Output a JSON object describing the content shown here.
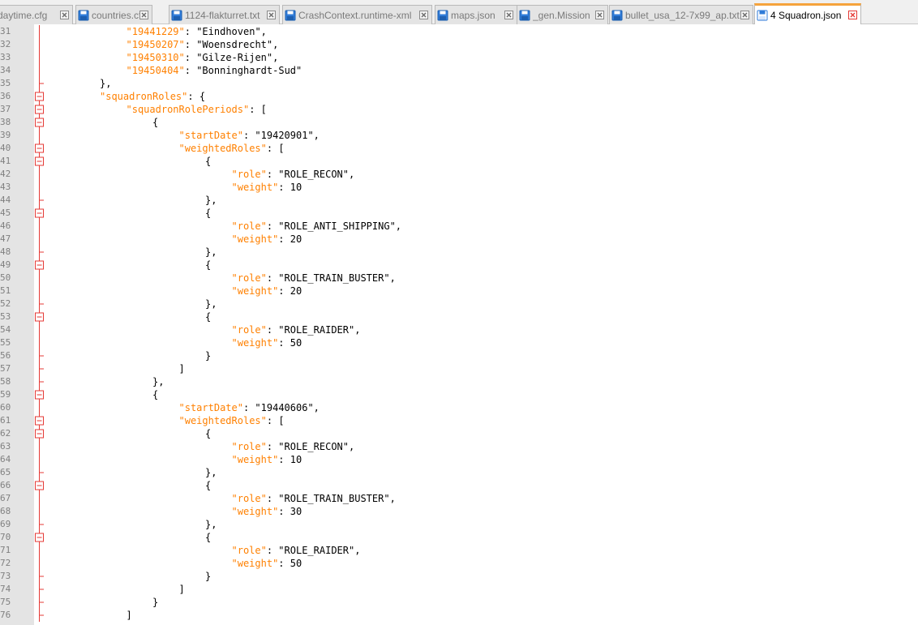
{
  "tabs": [
    {
      "label": "daytime.cfg",
      "active": false,
      "icon": "none"
    },
    {
      "label": "countries.cfg",
      "active": false,
      "icon": "blue-disk"
    },
    {
      "label": "1124-flakturret.txt",
      "active": false,
      "icon": "blue-disk"
    },
    {
      "label": "CrashContext.runtime-xml",
      "active": false,
      "icon": "blue-disk"
    },
    {
      "label": "maps.json",
      "active": false,
      "icon": "blue-disk"
    },
    {
      "label": "_gen.Mission",
      "active": false,
      "icon": "blue-disk"
    },
    {
      "label": "bullet_usa_12-7x99_ap.txt",
      "active": false,
      "icon": "blue-disk"
    },
    {
      "label": "4 Squadron.json",
      "active": true,
      "icon": "disk-active"
    }
  ],
  "colors": {
    "key": "#ff8000",
    "accent": "#f5a33c",
    "fold": "#e53935",
    "close": "#e53935"
  },
  "lines": [
    {
      "n": "31",
      "indent": 3,
      "tokens": [
        {
          "t": "\"19441229\"",
          "c": "k"
        },
        {
          "t": ": \"Eindhoven\",",
          "c": "v"
        }
      ],
      "fold": "line"
    },
    {
      "n": "32",
      "indent": 3,
      "tokens": [
        {
          "t": "\"19450207\"",
          "c": "k"
        },
        {
          "t": ": \"Woensdrecht\",",
          "c": "v"
        }
      ],
      "fold": "line"
    },
    {
      "n": "33",
      "indent": 3,
      "tokens": [
        {
          "t": "\"19450310\"",
          "c": "k"
        },
        {
          "t": ": \"Gilze-Rijen\",",
          "c": "v"
        }
      ],
      "fold": "line"
    },
    {
      "n": "34",
      "indent": 3,
      "tokens": [
        {
          "t": "\"19450404\"",
          "c": "k"
        },
        {
          "t": ": \"Bonninghardt-Sud\"",
          "c": "v"
        }
      ],
      "fold": "line"
    },
    {
      "n": "35",
      "indent": 2,
      "tokens": [
        {
          "t": "},",
          "c": "p"
        }
      ],
      "fold": "end"
    },
    {
      "n": "36",
      "indent": 2,
      "tokens": [
        {
          "t": "\"squadronRoles\"",
          "c": "k"
        },
        {
          "t": ": {",
          "c": "p"
        }
      ],
      "fold": "box"
    },
    {
      "n": "37",
      "indent": 3,
      "tokens": [
        {
          "t": "\"squadronRolePeriods\"",
          "c": "k"
        },
        {
          "t": ": [",
          "c": "p"
        }
      ],
      "fold": "box"
    },
    {
      "n": "38",
      "indent": 4,
      "tokens": [
        {
          "t": "{",
          "c": "p"
        }
      ],
      "fold": "box"
    },
    {
      "n": "39",
      "indent": 5,
      "tokens": [
        {
          "t": "\"startDate\"",
          "c": "k"
        },
        {
          "t": ": \"19420901\",",
          "c": "v"
        }
      ],
      "fold": "line"
    },
    {
      "n": "40",
      "indent": 5,
      "tokens": [
        {
          "t": "\"weightedRoles\"",
          "c": "k"
        },
        {
          "t": ": [",
          "c": "p"
        }
      ],
      "fold": "box"
    },
    {
      "n": "41",
      "indent": 6,
      "tokens": [
        {
          "t": "{",
          "c": "p"
        }
      ],
      "fold": "box"
    },
    {
      "n": "42",
      "indent": 7,
      "tokens": [
        {
          "t": "\"role\"",
          "c": "k"
        },
        {
          "t": ": \"ROLE_RECON\",",
          "c": "v"
        }
      ],
      "fold": "line"
    },
    {
      "n": "43",
      "indent": 7,
      "tokens": [
        {
          "t": "\"weight\"",
          "c": "k"
        },
        {
          "t": ": 10",
          "c": "v"
        }
      ],
      "fold": "line"
    },
    {
      "n": "44",
      "indent": 6,
      "tokens": [
        {
          "t": "},",
          "c": "p"
        }
      ],
      "fold": "end"
    },
    {
      "n": "45",
      "indent": 6,
      "tokens": [
        {
          "t": "{",
          "c": "p"
        }
      ],
      "fold": "box"
    },
    {
      "n": "46",
      "indent": 7,
      "tokens": [
        {
          "t": "\"role\"",
          "c": "k"
        },
        {
          "t": ": \"ROLE_ANTI_SHIPPING\",",
          "c": "v"
        }
      ],
      "fold": "line"
    },
    {
      "n": "47",
      "indent": 7,
      "tokens": [
        {
          "t": "\"weight\"",
          "c": "k"
        },
        {
          "t": ": 20",
          "c": "v"
        }
      ],
      "fold": "line"
    },
    {
      "n": "48",
      "indent": 6,
      "tokens": [
        {
          "t": "},",
          "c": "p"
        }
      ],
      "fold": "end"
    },
    {
      "n": "49",
      "indent": 6,
      "tokens": [
        {
          "t": "{",
          "c": "p"
        }
      ],
      "fold": "box"
    },
    {
      "n": "50",
      "indent": 7,
      "tokens": [
        {
          "t": "\"role\"",
          "c": "k"
        },
        {
          "t": ": \"ROLE_TRAIN_BUSTER\",",
          "c": "v"
        }
      ],
      "fold": "line"
    },
    {
      "n": "51",
      "indent": 7,
      "tokens": [
        {
          "t": "\"weight\"",
          "c": "k"
        },
        {
          "t": ": 20",
          "c": "v"
        }
      ],
      "fold": "line"
    },
    {
      "n": "52",
      "indent": 6,
      "tokens": [
        {
          "t": "},",
          "c": "p"
        }
      ],
      "fold": "end"
    },
    {
      "n": "53",
      "indent": 6,
      "tokens": [
        {
          "t": "{",
          "c": "p"
        }
      ],
      "fold": "box"
    },
    {
      "n": "54",
      "indent": 7,
      "tokens": [
        {
          "t": "\"role\"",
          "c": "k"
        },
        {
          "t": ": \"ROLE_RAIDER\",",
          "c": "v"
        }
      ],
      "fold": "line"
    },
    {
      "n": "55",
      "indent": 7,
      "tokens": [
        {
          "t": "\"weight\"",
          "c": "k"
        },
        {
          "t": ": 50",
          "c": "v"
        }
      ],
      "fold": "line"
    },
    {
      "n": "56",
      "indent": 6,
      "tokens": [
        {
          "t": "}",
          "c": "p"
        }
      ],
      "fold": "end"
    },
    {
      "n": "57",
      "indent": 5,
      "tokens": [
        {
          "t": "]",
          "c": "p"
        }
      ],
      "fold": "end"
    },
    {
      "n": "58",
      "indent": 4,
      "tokens": [
        {
          "t": "},",
          "c": "p"
        }
      ],
      "fold": "end"
    },
    {
      "n": "59",
      "indent": 4,
      "tokens": [
        {
          "t": "{",
          "c": "p"
        }
      ],
      "fold": "box"
    },
    {
      "n": "60",
      "indent": 5,
      "tokens": [
        {
          "t": "\"startDate\"",
          "c": "k"
        },
        {
          "t": ": \"19440606\",",
          "c": "v"
        }
      ],
      "fold": "line"
    },
    {
      "n": "61",
      "indent": 5,
      "tokens": [
        {
          "t": "\"weightedRoles\"",
          "c": "k"
        },
        {
          "t": ": [",
          "c": "p"
        }
      ],
      "fold": "box"
    },
    {
      "n": "62",
      "indent": 6,
      "tokens": [
        {
          "t": "{",
          "c": "p"
        }
      ],
      "fold": "box"
    },
    {
      "n": "63",
      "indent": 7,
      "tokens": [
        {
          "t": "\"role\"",
          "c": "k"
        },
        {
          "t": ": \"ROLE_RECON\",",
          "c": "v"
        }
      ],
      "fold": "line"
    },
    {
      "n": "64",
      "indent": 7,
      "tokens": [
        {
          "t": "\"weight\"",
          "c": "k"
        },
        {
          "t": ": 10",
          "c": "v"
        }
      ],
      "fold": "line"
    },
    {
      "n": "65",
      "indent": 6,
      "tokens": [
        {
          "t": "},",
          "c": "p"
        }
      ],
      "fold": "end"
    },
    {
      "n": "66",
      "indent": 6,
      "tokens": [
        {
          "t": "{",
          "c": "p"
        }
      ],
      "fold": "box"
    },
    {
      "n": "67",
      "indent": 7,
      "tokens": [
        {
          "t": "\"role\"",
          "c": "k"
        },
        {
          "t": ": \"ROLE_TRAIN_BUSTER\",",
          "c": "v"
        }
      ],
      "fold": "line"
    },
    {
      "n": "68",
      "indent": 7,
      "tokens": [
        {
          "t": "\"weight\"",
          "c": "k"
        },
        {
          "t": ": 30",
          "c": "v"
        }
      ],
      "fold": "line"
    },
    {
      "n": "69",
      "indent": 6,
      "tokens": [
        {
          "t": "},",
          "c": "p"
        }
      ],
      "fold": "end"
    },
    {
      "n": "70",
      "indent": 6,
      "tokens": [
        {
          "t": "{",
          "c": "p"
        }
      ],
      "fold": "box"
    },
    {
      "n": "71",
      "indent": 7,
      "tokens": [
        {
          "t": "\"role\"",
          "c": "k"
        },
        {
          "t": ": \"ROLE_RAIDER\",",
          "c": "v"
        }
      ],
      "fold": "line"
    },
    {
      "n": "72",
      "indent": 7,
      "tokens": [
        {
          "t": "\"weight\"",
          "c": "k"
        },
        {
          "t": ": 50",
          "c": "v"
        }
      ],
      "fold": "line"
    },
    {
      "n": "73",
      "indent": 6,
      "tokens": [
        {
          "t": "}",
          "c": "p"
        }
      ],
      "fold": "end"
    },
    {
      "n": "74",
      "indent": 5,
      "tokens": [
        {
          "t": "]",
          "c": "p"
        }
      ],
      "fold": "end"
    },
    {
      "n": "75",
      "indent": 4,
      "tokens": [
        {
          "t": "}",
          "c": "p"
        }
      ],
      "fold": "end"
    },
    {
      "n": "76",
      "indent": 3,
      "tokens": [
        {
          "t": "]",
          "c": "p"
        }
      ],
      "fold": "end"
    }
  ]
}
